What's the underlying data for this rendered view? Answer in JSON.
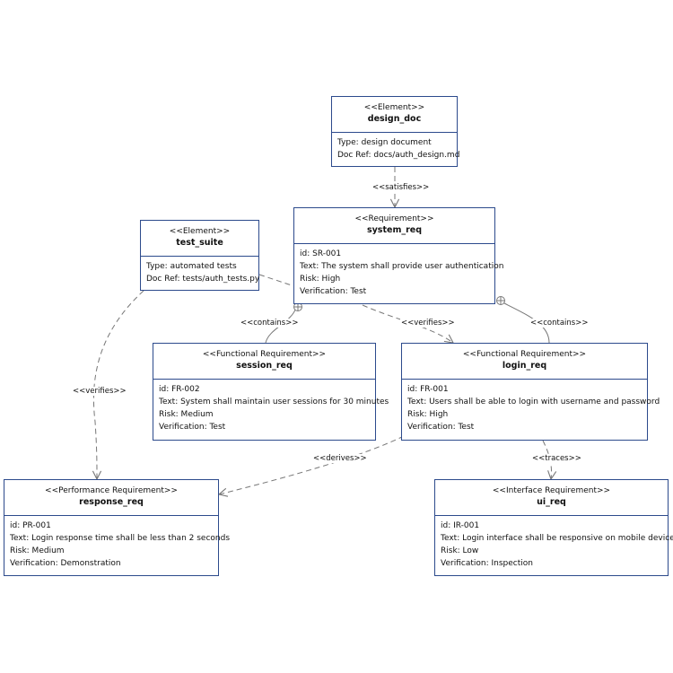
{
  "nodes": {
    "design_doc": {
      "stereotype": "<<Element>>",
      "name": "design_doc",
      "attrs": [
        "Type: design document",
        "Doc Ref: docs/auth_design.md"
      ]
    },
    "system_req": {
      "stereotype": "<<Requirement>>",
      "name": "system_req",
      "attrs": [
        "id: SR-001",
        "Text: The system shall provide user authentication",
        "Risk: High",
        "Verification: Test"
      ]
    },
    "test_suite": {
      "stereotype": "<<Element>>",
      "name": "test_suite",
      "attrs": [
        "Type: automated tests",
        "Doc Ref: tests/auth_tests.py"
      ]
    },
    "session_req": {
      "stereotype": "<<Functional Requirement>>",
      "name": "session_req",
      "attrs": [
        "id: FR-002",
        "Text: System shall maintain user sessions for 30 minutes",
        "Risk: Medium",
        "Verification: Test"
      ]
    },
    "login_req": {
      "stereotype": "<<Functional Requirement>>",
      "name": "login_req",
      "attrs": [
        "id: FR-001",
        "Text: Users shall be able to login with username and password",
        "Risk: High",
        "Verification: Test"
      ]
    },
    "response_req": {
      "stereotype": "<<Performance Requirement>>",
      "name": "response_req",
      "attrs": [
        "id: PR-001",
        "Text: Login response time shall be less than 2 seconds",
        "Risk: Medium",
        "Verification: Demonstration"
      ]
    },
    "ui_req": {
      "stereotype": "<<Interface Requirement>>",
      "name": "ui_req",
      "attrs": [
        "id: IR-001",
        "Text: Login interface shall be responsive on mobile devices",
        "Risk: Low",
        "Verification: Inspection"
      ]
    }
  },
  "edges": {
    "satisfies": "<<satisfies>>",
    "contains_session": "<<contains>>",
    "contains_login": "<<contains>>",
    "verifies_login": "<<verifies>>",
    "verifies_response": "<<verifies>>",
    "derives": "<<derives>>",
    "traces": "<<traces>>"
  },
  "colors": {
    "border": "#2c4a8c",
    "edge": "#777777"
  }
}
